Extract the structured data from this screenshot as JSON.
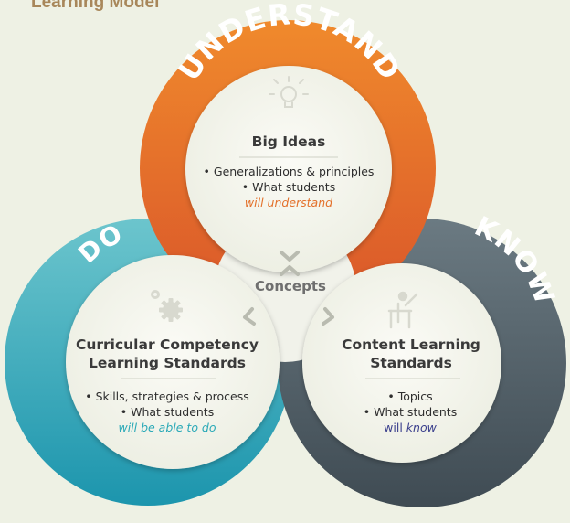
{
  "page": {
    "title": "Learning Model"
  },
  "rings": {
    "understand": {
      "word": "UNDERSTAND",
      "color": "#e3702a"
    },
    "do": {
      "word": "DO",
      "color": "#2aa9b7"
    },
    "know": {
      "word": "KNOW",
      "color": "#4f5d66"
    }
  },
  "center": {
    "label": "Concepts"
  },
  "cards": {
    "big_ideas": {
      "icon": "lightbulb-icon",
      "heading": "Big Ideas",
      "line1": "• Generalizations & principles",
      "line2": "• What students",
      "emphasis": "will understand",
      "emphasis_color": "#e3702a"
    },
    "curricular": {
      "icon": "gears-icon",
      "heading_line1": "Curricular Competency",
      "heading_line2": "Learning Standards",
      "line1": "• Skills, strategies & process",
      "line2": "• What students",
      "emphasis": "will be able to do",
      "emphasis_color": "#2aa9b7"
    },
    "content": {
      "icon": "teacher-icon",
      "heading_line1": "Content Learning",
      "heading_line2": "Standards",
      "line1": "• Topics",
      "line2": "• What students",
      "emphasis_prefix": "will ",
      "emphasis": "know",
      "emphasis_color": "#3a3f8c"
    }
  }
}
